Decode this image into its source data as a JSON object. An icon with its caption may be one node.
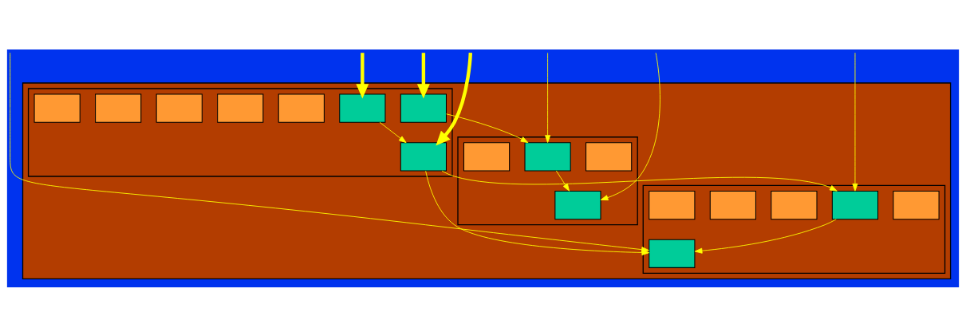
{
  "diagram": {
    "nodes": [
      {
        "text": [],
        "shape": "box"
      },
      {
        "text": [],
        "shape": "box",
        "in": 0
      },
      {
        "text": [],
        "shape": "box",
        "in": 1
      },
      {
        "text": [],
        "shape": "box",
        "in": 1
      },
      {
        "text": [],
        "shape": "box",
        "in": 1
      },
      {
        "text": [],
        "shape": "box",
        "in": 1
      },
      {
        "text": [],
        "shape": "box",
        "in": 0
      },
      {
        "text": [],
        "shape": "box",
        "in": 6
      },
      {
        "text": [],
        "shape": "box",
        "in": 6
      },
      {
        "text": [],
        "shape": "box",
        "in": 6
      },
      {
        "text": [],
        "shape": "box",
        "in": 6
      },
      {
        "text": [],
        "shape": "box",
        "in": 6
      },
      {
        "text": [],
        "shape": "box",
        "in": 6
      },
      {
        "text": [],
        "shape": "box",
        "in": 6
      },
      {
        "text": [],
        "shape": "box",
        "in": 6
      },
      {
        "text": [],
        "shape": "box",
        "in": 0
      },
      {
        "text": [],
        "shape": "box",
        "in": 15
      },
      {
        "text": [],
        "shape": "box",
        "in": 15
      },
      {
        "text": [],
        "shape": "box",
        "in": 15
      },
      {
        "text": [],
        "shape": "box",
        "in": 15
      },
      {
        "text": [],
        "shape": "box",
        "in": 15
      },
      {
        "text": [],
        "shape": "box",
        "in": 15
      }
    ],
    "edges": [
      {
        "from": null,
        "to": 2,
        "arrow": "to"
      },
      {
        "from": null,
        "to": 4,
        "arrow": "to"
      },
      {
        "from": 4,
        "to": 2,
        "arrow": "to"
      },
      {
        "from": 7,
        "to": 4,
        "arrow": "to"
      },
      {
        "from": null,
        "to": 7,
        "arrow": "to",
        "style": "thick"
      },
      {
        "from": null,
        "to": 8,
        "arrow": "to",
        "style": "thick"
      },
      {
        "from": null,
        "to": 9,
        "arrow": "to",
        "style": "thick"
      },
      {
        "from": 8,
        "to": 9,
        "arrow": "to"
      },
      {
        "from": 9,
        "to": 16,
        "arrow": "to"
      },
      {
        "from": 9,
        "to": 18,
        "arrow": "to"
      },
      {
        "from": 18,
        "to": 16,
        "arrow": "to"
      },
      {
        "from": null,
        "to": 18,
        "arrow": "to"
      },
      {
        "from": null,
        "to": 16,
        "arrow": "to"
      }
    ]
  }
}
